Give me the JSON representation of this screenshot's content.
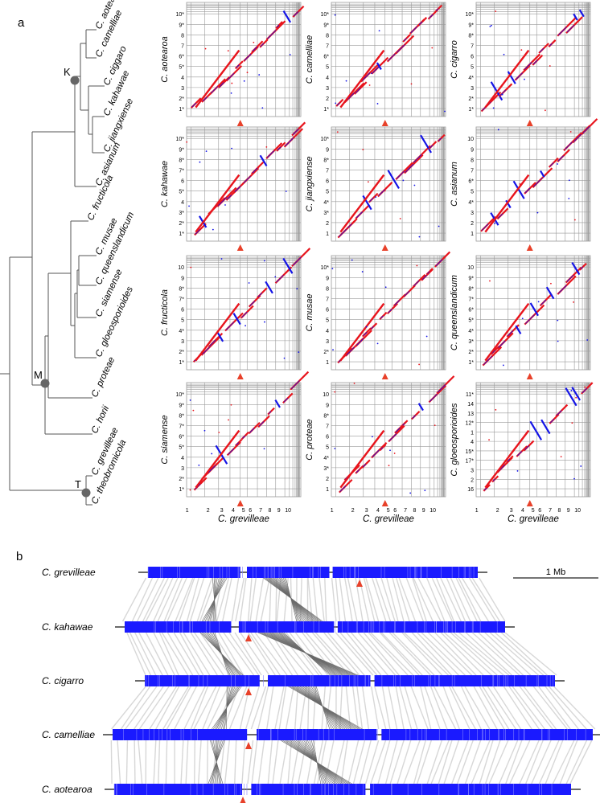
{
  "panel_a": {
    "label": "a",
    "taxa": [
      "C. aotearoa",
      "C. camelliae",
      "C. ciggaro",
      "C. kahawae",
      "C. jiangxiense",
      "C. asianum",
      "C. fructicola",
      "C. musae",
      "C. queenslandicum",
      "C. siamense",
      "C. gloeosporioides",
      "C. proteae",
      "C. horii",
      "C. grevilleae",
      "C. theobromicola"
    ],
    "nodes": [
      "K",
      "M",
      "T"
    ],
    "x_axis_title": "C. grevilleae",
    "x_ticks": [
      "1",
      "2",
      "3",
      "4",
      "5",
      "6",
      "7",
      "8",
      "9",
      "10"
    ],
    "dotplots": [
      {
        "name": "C. aotearoa",
        "ticks": [
          "1*",
          "2*",
          "3",
          "4",
          "5*",
          "6*",
          "7",
          "8",
          "9*",
          "10*"
        ]
      },
      {
        "name": "C. camelliae",
        "ticks": [
          "1*",
          "2",
          "3",
          "4",
          "5",
          "6*",
          "7",
          "8",
          "9*",
          "10*"
        ]
      },
      {
        "name": "C. cigarro",
        "ticks": [
          "1*",
          "2*",
          "3",
          "4*",
          "5",
          "6",
          "7",
          "8*",
          "9*",
          "10*"
        ]
      },
      {
        "name": "C. kahawae",
        "ticks": [
          "1*",
          "2*",
          "3*",
          "4",
          "5*",
          "6",
          "7*",
          "8*",
          "9*",
          "10*"
        ]
      },
      {
        "name": "C. jiangxiense",
        "ticks": [
          "1",
          "2",
          "3*",
          "4*",
          "5",
          "6",
          "7",
          "8*",
          "9",
          "10*"
        ]
      },
      {
        "name": "C. asianum",
        "ticks": [
          "1",
          "2",
          "3",
          "4*",
          "5",
          "6*",
          "7",
          "8",
          "9",
          "10"
        ]
      },
      {
        "name": "C. fructicola",
        "ticks": [
          "1*",
          "2*",
          "3",
          "4*",
          "5",
          "6",
          "7*",
          "8*",
          "9",
          "10"
        ]
      },
      {
        "name": "C. musae",
        "ticks": [
          "1",
          "2*",
          "3",
          "4",
          "5",
          "6",
          "7",
          "8",
          "9",
          "10*"
        ]
      },
      {
        "name": "C. queenslandicum",
        "ticks": [
          "1*",
          "2*",
          "3*",
          "4*",
          "5*",
          "6*",
          "7*",
          "8*",
          "9*",
          "10"
        ]
      },
      {
        "name": "C. siamense",
        "ticks": [
          "1*",
          "2*",
          "3",
          "4",
          "5*",
          "6*",
          "7*",
          "8*",
          "9*",
          "10*"
        ]
      },
      {
        "name": "C. proteae",
        "ticks": [
          "1",
          "2",
          "3*",
          "4*",
          "5",
          "6",
          "7",
          "8*",
          "9",
          "10"
        ]
      },
      {
        "name": "C. gloeosporioides",
        "ticks": [
          "16",
          "2",
          "3",
          "17*",
          "15*",
          "4",
          "1",
          "12*",
          "13",
          "14",
          "11*"
        ]
      }
    ]
  },
  "panel_b": {
    "label": "b",
    "scale_label": "1 Mb",
    "tracks": [
      "C. grevilleae",
      "C. kahawae",
      "C. cigarro",
      "C. camelliae",
      "C. aotearoa"
    ]
  },
  "colors": {
    "forward": "#e8141c",
    "reverse": "#1414e6",
    "bar": "#1a1aff",
    "link": "#d0d0d0",
    "link_dark": "#6a6a6a",
    "marker": "#e8412a",
    "tree": "#555555",
    "node": "#666666"
  }
}
